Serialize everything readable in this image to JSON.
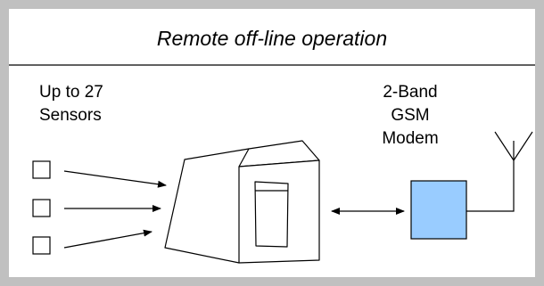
{
  "title": "Remote off-line operation",
  "sensors": {
    "label_line1": "Up to 27",
    "label_line2": "Sensors"
  },
  "modem": {
    "label_line1": "2-Band",
    "label_line2": "GSM",
    "label_line3": "Modem",
    "fill_color": "#99ccff"
  },
  "colors": {
    "frame_border": "#c0c0c0",
    "line": "#000000"
  }
}
